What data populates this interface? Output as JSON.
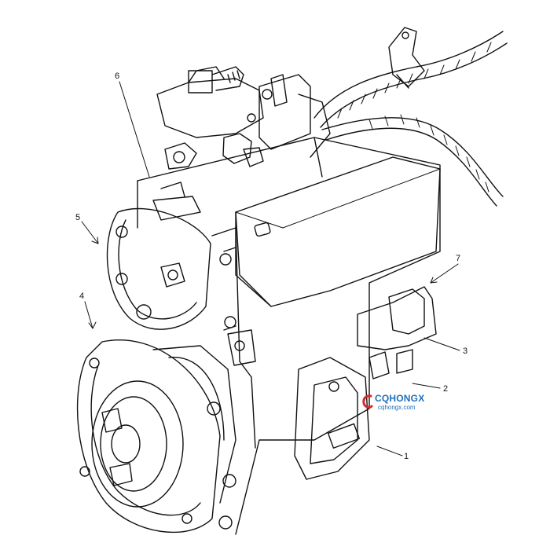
{
  "callouts": {
    "c1": "1",
    "c2": "2",
    "c3": "3",
    "c4": "4",
    "c5": "5",
    "c6": "6",
    "c7": "7"
  },
  "watermark": {
    "brand": "CQHONGX",
    "url": "cqhongx.com",
    "brand_color": "#1d6fb8",
    "accent_color": "#d62828"
  },
  "colors": {
    "line": "#111111",
    "background": "#ffffff"
  }
}
